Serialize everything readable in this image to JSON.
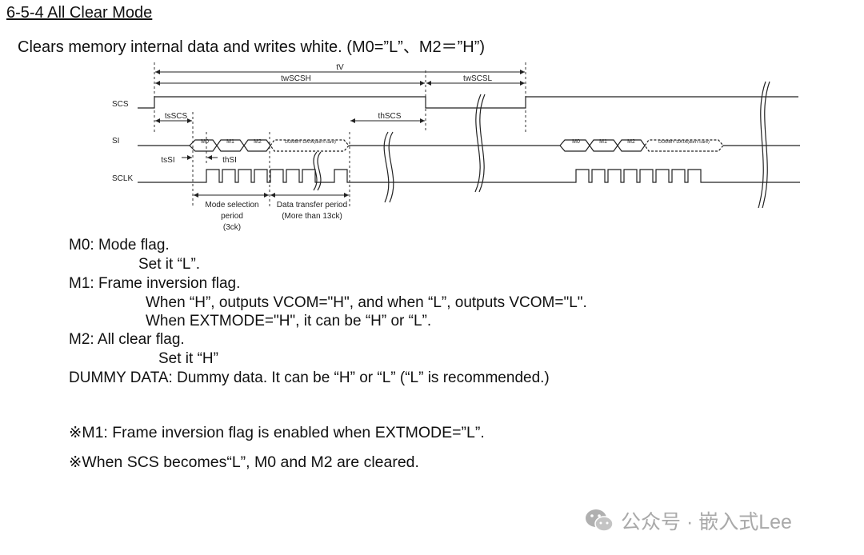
{
  "section": {
    "title": "6-5-4  All Clear Mode",
    "subtitle": "Clears memory internal data and writes white.   (M0=”L”、M2＝”H”)"
  },
  "diagram": {
    "labels": {
      "tv": "tV",
      "twscsh": "twSCSH",
      "twscsl": "twSCSL",
      "tsscs": "tsSCS",
      "thscs": "thSCS",
      "tssi": "tsSI",
      "thsi": "thSI",
      "scs": "SCS",
      "si": "SI",
      "sclk": "SCLK",
      "m0": "M0",
      "m1": "M1",
      "m2": "M2",
      "dummy": "DUMMY DATA(don't care)",
      "mode_sel_1": "Mode selection",
      "mode_sel_2": "period",
      "mode_sel_3": "(3ck)",
      "data_xfer_1": "Data transfer period",
      "data_xfer_2": "(More than 13ck)"
    }
  },
  "description": {
    "m0_title": "M0: Mode flag.",
    "m0_detail": "Set it “L”.",
    "m1_title": "M1: Frame inversion flag.",
    "m1_detail_1": "When “H”, outputs VCOM=\"H\", and when “L”, outputs VCOM=\"L\".",
    "m1_detail_2": "When EXTMODE=\"H\", it can be “H” or “L”.",
    "m2_title": "M2: All clear flag.",
    "m2_detail": "Set it “H”",
    "dummy": "DUMMY DATA: Dummy data.    It can be “H” or “L” (“L” is recommended.)"
  },
  "notes": {
    "note1": "※M1:   Frame inversion flag is enabled when EXTMODE=”L”.",
    "note2": "※When SCS becomes“L”, M0 and M2 are cleared."
  },
  "watermark": {
    "icon": "wechat-icon",
    "text": "公众号 · 嵌入式Lee"
  }
}
